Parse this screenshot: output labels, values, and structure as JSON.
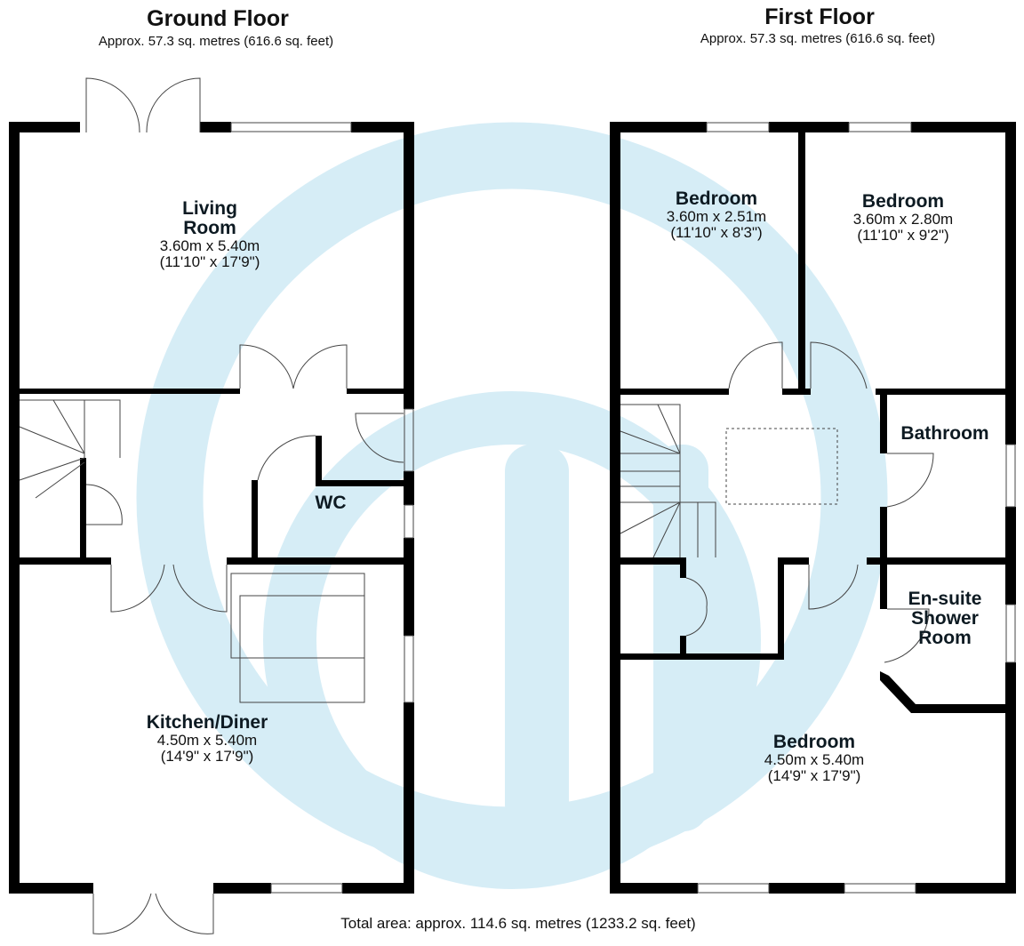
{
  "ground_floor": {
    "title": "Ground Floor",
    "area": "Approx. 57.3 sq. metres (616.6 sq. feet)",
    "rooms": [
      {
        "name": "Living Room",
        "size_m": "3.60m x 5.40m",
        "size_ft": "(11'10\" x 17'9\")"
      },
      {
        "name": "WC"
      },
      {
        "name": "Kitchen/Diner",
        "size_m": "4.50m x 5.40m",
        "size_ft": "(14'9\" x 17'9\")"
      }
    ]
  },
  "first_floor": {
    "title": "First Floor",
    "area": "Approx. 57.3 sq. metres (616.6 sq. feet)",
    "rooms": [
      {
        "name": "Bedroom",
        "size_m": "3.60m x 2.51m",
        "size_ft": "(11'10\" x 8'3\")"
      },
      {
        "name": "Bedroom",
        "size_m": "3.60m x 2.80m",
        "size_ft": "(11'10\" x 9'2\")"
      },
      {
        "name": "Bathroom"
      },
      {
        "name": "En-suite Shower Room"
      },
      {
        "name": "Bedroom",
        "size_m": "4.50m x 5.40m",
        "size_ft": "(14'9\" x 17'9\")"
      }
    ]
  },
  "total_area": "Total area: approx. 114.6 sq. metres (1233.2 sq. feet)",
  "colors": {
    "wall": "#000000",
    "watermark": "#cfeaf5",
    "text": "#0d1a22"
  }
}
